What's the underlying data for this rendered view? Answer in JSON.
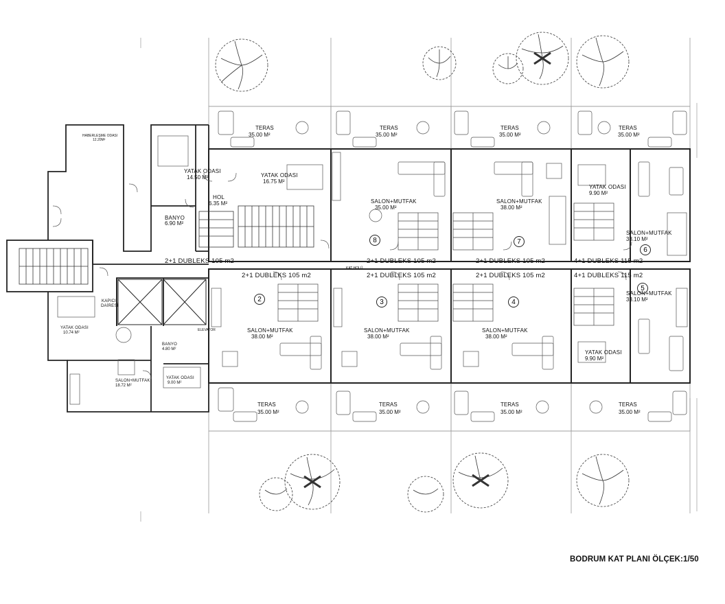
{
  "title": "BODRUM KAT PLANI ÖLÇEK:1/50",
  "units": {
    "u2_top": "2+1 DUBLEKS 105 m2",
    "u8": "2+1 DUBLEKS 105 m2",
    "u7": "2+1 DUBLEKS 105 m2",
    "u6": "4+1 DUBLEKS 115 m2",
    "u2": "2+1 DUBLEKS 105 m2",
    "u3": "2+1 DUBLEKS 105 m2",
    "u4": "2+1 DUBLEKS 105 m2",
    "u5": "4+1 DUBLEKS 115 m2"
  },
  "unit_numbers": [
    "2",
    "3",
    "4",
    "5",
    "6",
    "7",
    "8"
  ],
  "rooms": {
    "teras": "TERAS",
    "teras_area": "35.00 M²",
    "salon_mutfak": "SALON+MUTFAK",
    "salon_35": "35.00 M²",
    "salon_38": "38.00 M²",
    "salon_33": "33.10 M²",
    "salon_1872": "18.72 M²",
    "yatak": "YATAK ODASI",
    "yatak_1450": "14.50 M²",
    "yatak_1675": "16.75 M²",
    "yatak_990": "9.90 M²",
    "yatak_1074": "10.74 M²",
    "yatak_900": "9.00 M²",
    "hol": "HOL",
    "hol_area": "6.35 M²",
    "banyo": "BANYO",
    "banyo_area": "6.90 M²",
    "banyo2_area": "4.80 M²",
    "kapici": "KAPICI",
    "dairesi": "DAİRESİ",
    "kat_holu": "KAT HOLÜ",
    "haberlesme": "HABERLEŞME ODASI",
    "haberlesme_area": "12.20M²",
    "elevator": "ELEVATOR"
  },
  "colors": {
    "line": "#222222",
    "light": "#9a9a9a",
    "wall_fill": "#bdbdbd",
    "tree": "#333333"
  }
}
